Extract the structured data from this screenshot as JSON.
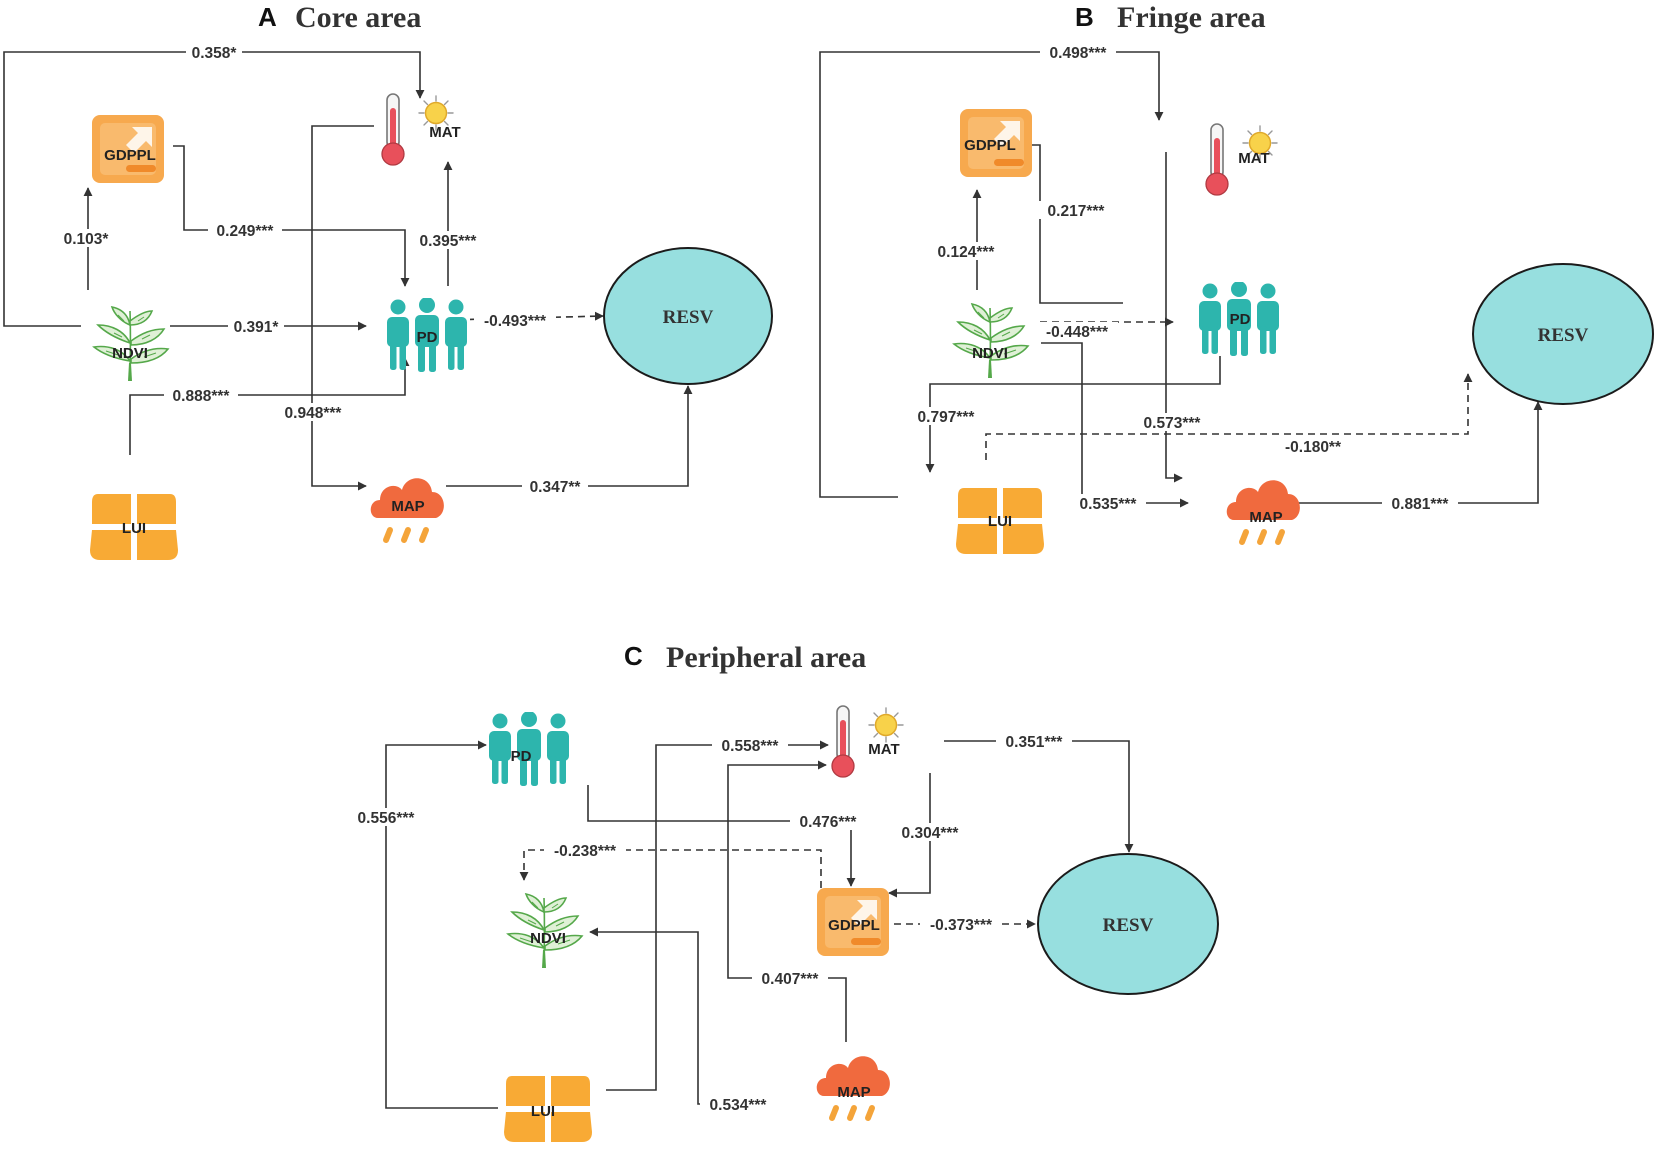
{
  "colors": {
    "resv_fill": "#97dfdf",
    "resv_stroke": "#1b1b1b",
    "pd": "#2db5ad",
    "gdppl": "#f7a94e",
    "gdppl_light": "#fbc987",
    "lui": "#f8aa35",
    "map_cloud": "#f06a3e",
    "map_drops": "#f4a43a",
    "ndvi": "#55a84a",
    "thermo_red": "#e8505b",
    "sun": "#f8d24a",
    "edge": "#333333"
  },
  "panels": [
    {
      "letter": "A",
      "title": "Core area",
      "nodes": {
        "gdppl": {
          "label": "GDPPL",
          "icon": "gdppl-icon"
        },
        "mat": {
          "label": "MAT",
          "icon": "thermometer-sun-icon"
        },
        "ndvi": {
          "label": "NDVI",
          "icon": "plant-icon"
        },
        "pd": {
          "label": "PD",
          "icon": "people-icon"
        },
        "resv": {
          "label": "RESV",
          "icon": "ellipse"
        },
        "lui": {
          "label": "LUI",
          "icon": "land-use-icon"
        },
        "map": {
          "label": "MAP",
          "icon": "rain-cloud-icon"
        }
      },
      "paths": [
        {
          "from": "NDVI",
          "to": "MAT",
          "coef": "0.358*",
          "sign": "positive"
        },
        {
          "from": "NDVI",
          "to": "GDPPL",
          "coef": "0.103*",
          "sign": "positive"
        },
        {
          "from": "GDPPL",
          "to": "PD",
          "coef": "0.249***",
          "sign": "positive"
        },
        {
          "from": "PD",
          "to": "MAT",
          "coef": "0.395***",
          "sign": "positive"
        },
        {
          "from": "NDVI",
          "to": "PD",
          "coef": "0.391*",
          "sign": "positive"
        },
        {
          "from": "PD",
          "to": "RESV",
          "coef": "-0.493***",
          "sign": "negative"
        },
        {
          "from": "LUI",
          "to": "PD",
          "coef": "0.888***",
          "sign": "positive"
        },
        {
          "from": "MAT",
          "to": "MAP",
          "coef": "0.948***",
          "sign": "positive"
        },
        {
          "from": "MAP",
          "to": "RESV",
          "coef": "0.347**",
          "sign": "positive"
        }
      ]
    },
    {
      "letter": "B",
      "title": "Fringe area",
      "nodes": {
        "gdppl": {
          "label": "GDPPL",
          "icon": "gdppl-icon"
        },
        "mat": {
          "label": "MAT",
          "icon": "thermometer-sun-icon"
        },
        "ndvi": {
          "label": "NDVI",
          "icon": "plant-icon"
        },
        "pd": {
          "label": "PD",
          "icon": "people-icon"
        },
        "resv": {
          "label": "RESV",
          "icon": "ellipse"
        },
        "lui": {
          "label": "LUI",
          "icon": "land-use-icon"
        },
        "map": {
          "label": "MAP",
          "icon": "rain-cloud-icon"
        }
      },
      "paths": [
        {
          "from": "LUI",
          "to": "MAT",
          "coef": "0.498***",
          "sign": "positive"
        },
        {
          "from": "PD",
          "to": "GDPPL",
          "coef": "0.217***",
          "sign": "positive"
        },
        {
          "from": "NDVI",
          "to": "GDPPL",
          "coef": "0.124***",
          "sign": "positive"
        },
        {
          "from": "NDVI",
          "to": "PD",
          "coef": "-0.448***",
          "sign": "negative"
        },
        {
          "from": "PD",
          "to": "LUI",
          "coef": "0.797***",
          "sign": "positive"
        },
        {
          "from": "MAT",
          "to": "MAP",
          "coef": "0.573***",
          "sign": "positive"
        },
        {
          "from": "LUI",
          "to": "RESV",
          "coef": "-0.180**",
          "sign": "negative"
        },
        {
          "from": "NDVI",
          "to": "MAP",
          "coef": "0.535***",
          "sign": "positive"
        },
        {
          "from": "MAP",
          "to": "RESV",
          "coef": "0.881***",
          "sign": "positive"
        }
      ]
    },
    {
      "letter": "C",
      "title": "Peripheral area",
      "nodes": {
        "gdppl": {
          "label": "GDPPL",
          "icon": "gdppl-icon"
        },
        "mat": {
          "label": "MAT",
          "icon": "thermometer-sun-icon"
        },
        "ndvi": {
          "label": "NDVI",
          "icon": "plant-icon"
        },
        "pd": {
          "label": "PD",
          "icon": "people-icon"
        },
        "resv": {
          "label": "RESV",
          "icon": "ellipse"
        },
        "lui": {
          "label": "LUI",
          "icon": "land-use-icon"
        },
        "map": {
          "label": "MAP",
          "icon": "rain-cloud-icon"
        }
      },
      "paths": [
        {
          "from": "LUI",
          "to": "PD",
          "coef": "0.556***",
          "sign": "positive"
        },
        {
          "from": "LUI",
          "to": "MAT",
          "coef": "0.558***",
          "sign": "positive"
        },
        {
          "from": "MAT",
          "to": "RESV",
          "coef": "0.351***",
          "sign": "positive"
        },
        {
          "from": "PD",
          "to": "GDPPL",
          "coef": "0.476***",
          "sign": "positive"
        },
        {
          "from": "MAT",
          "to": "GDPPL",
          "coef": "0.304***",
          "sign": "positive"
        },
        {
          "from": "GDPPL",
          "to": "NDVI",
          "coef": "-0.238***",
          "sign": "negative"
        },
        {
          "from": "GDPPL",
          "to": "RESV",
          "coef": "-0.373***",
          "sign": "negative"
        },
        {
          "from": "MAP",
          "to": "MAT",
          "coef": "0.407***",
          "sign": "positive"
        },
        {
          "from": "MAP",
          "to": "NDVI",
          "coef": "0.534***",
          "sign": "positive"
        }
      ]
    }
  ]
}
